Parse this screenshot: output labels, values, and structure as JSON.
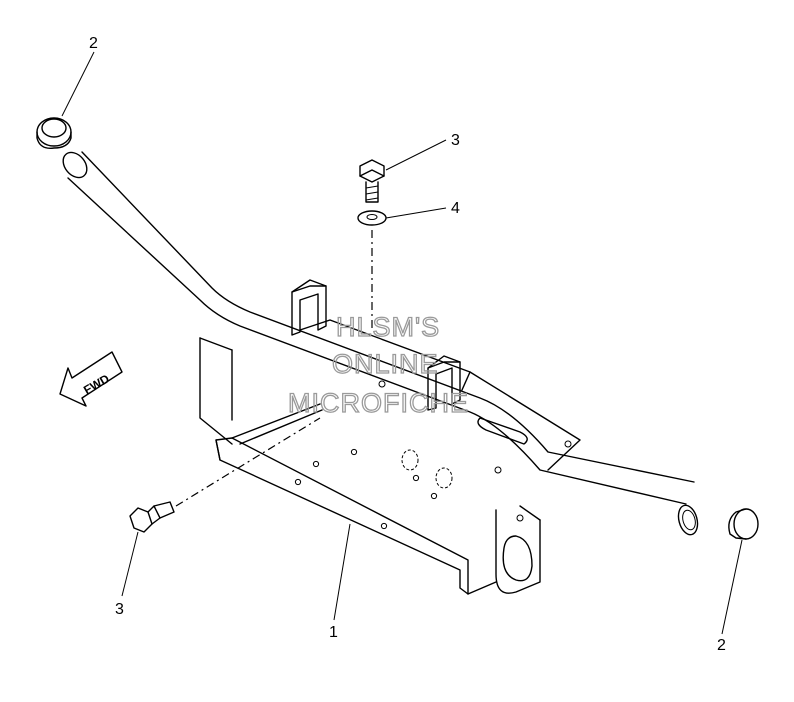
{
  "diagram": {
    "callouts": [
      {
        "id": "callout-2-top",
        "text": "2"
      },
      {
        "id": "callout-3-top",
        "text": "3"
      },
      {
        "id": "callout-4",
        "text": "4"
      },
      {
        "id": "callout-3-left",
        "text": "3"
      },
      {
        "id": "callout-1",
        "text": "1"
      },
      {
        "id": "callout-2-right",
        "text": "2"
      }
    ],
    "direction_label": "FWD",
    "watermark": [
      "HLSM'S",
      "ONLINE",
      "MICROFICHE"
    ],
    "colors": {
      "line": "#000000",
      "watermark": "#9a9a9a",
      "background": "#ffffff"
    }
  }
}
